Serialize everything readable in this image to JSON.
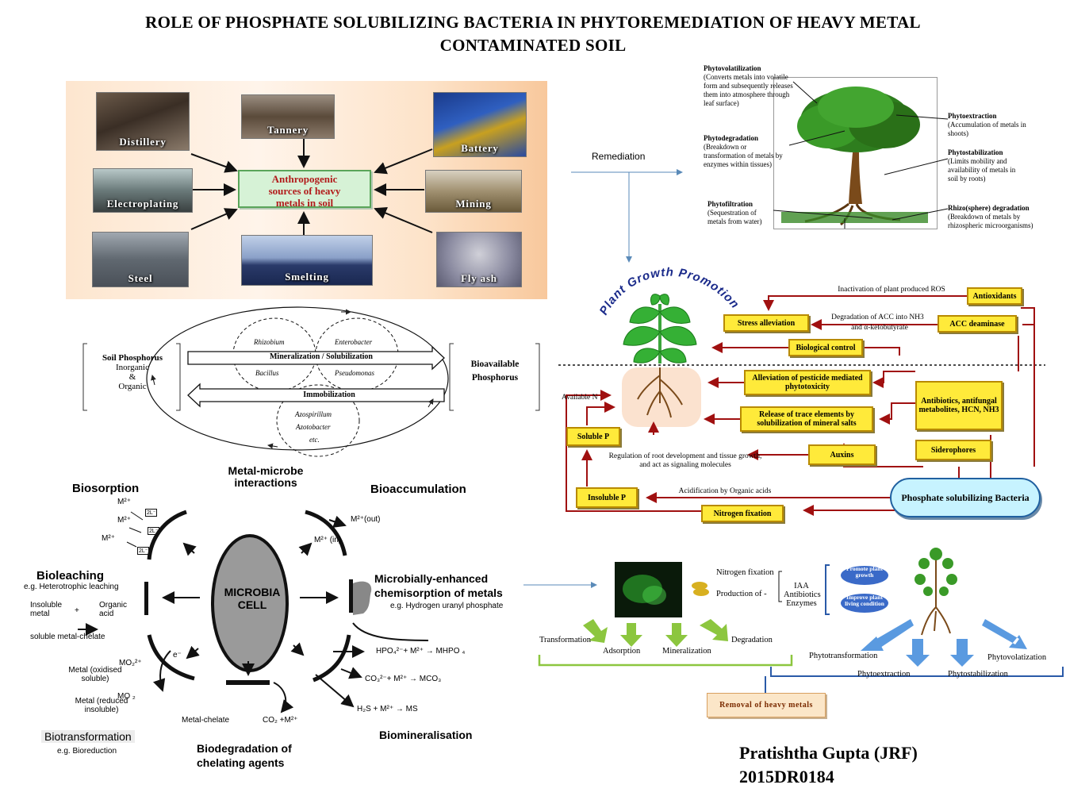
{
  "title": {
    "line1": "ROLE OF PHOSPHATE SOLUBILIZING BACTERIA  IN PHYTOREMEDIATION OF HEAVY METAL",
    "line2": "CONTAMINATED SOIL"
  },
  "anthropogenic": {
    "center": [
      "Anthropogenic",
      "sources of heavy",
      "metals in soil"
    ],
    "sources": [
      "Distillery",
      "Tannery",
      "Battery",
      "Electroplating",
      "Mining",
      "Steel",
      "Smelting",
      "Fly ash"
    ]
  },
  "phosphorus_cycle": {
    "left_title": "Soil Phosphorus",
    "left_sub": [
      "Inorganic",
      "&",
      "Organic"
    ],
    "right": [
      "Bioavailable",
      "Phosphorus"
    ],
    "arrow_top": "Mineralization / Solubilization",
    "arrow_bottom": "Immobilization",
    "organisms": [
      "Rhizobium",
      "Enterobacter",
      "Bacillus",
      "Pseudomonas",
      "Azospirillum",
      "Azotobacter",
      "etc."
    ]
  },
  "remediation_label": "Remediation",
  "phytoremediation": {
    "phytovolatilization": {
      "name": "Phytovolatilization",
      "desc": "(Converts metals into volatile form and subsequently releases them into atmosphere through leaf surface)"
    },
    "phytodegradation": {
      "name": "Phytodegradation",
      "desc": "(Breakdown or transformation of metals by enzymes within tissues)"
    },
    "phytofiltration": {
      "name": "Phytofiltration",
      "desc": "(Sequestration of metals from water)"
    },
    "phytoextraction": {
      "name": "Phytoextraction",
      "desc": "(Accumulation of metals in shoots)"
    },
    "phytostabilization": {
      "name": "Phytostabilization",
      "desc": "(Limits mobility and availability of metals in soil by roots)"
    },
    "rhizodegradation": {
      "name": "Rhizo(sphere) degradation",
      "desc": "(Breakdown of metals by rhizospheric microorganisms)"
    }
  },
  "pgp": {
    "title": "Plant Growth Promotion",
    "boxes": {
      "antioxidants": "Antioxidants",
      "acc": "ACC deaminase",
      "stress": "Stress alleviation",
      "biocontrol": "Biological control",
      "pesticide": "Alleviation of pesticide mediated phytotoxicity",
      "antibiotics": "Antibiotics, antifungal metabolites, HCN, NH3",
      "trace": "Release of trace elements by solubilization of mineral salts",
      "soluble_p": "Soluble P",
      "auxins": "Auxins",
      "siderophores": "Siderophores",
      "insoluble_p": "Insoluble P",
      "psb": "Phosphate solubilizing Bacteria",
      "nitrogen": "Nitrogen fixation"
    },
    "labels": {
      "ros": "Inactivation of plant produced ROS",
      "acc_deg": "Degradation of ACC into NH3",
      "acc_deg2": "and α-ketobutyrate",
      "available_n": "Available N",
      "regulation": "Regulation of root development and tissue growth, and act as signaling molecules",
      "acidification": "Acidification by Organic acids"
    }
  },
  "metal_microbe": {
    "title": "Metal-microbe interactions",
    "cell": [
      "MICROBIA",
      "CELL"
    ],
    "biosorption": "Biosorption",
    "bioaccumulation": "Bioaccumulation",
    "bioleaching": "Bioleaching",
    "bioleaching_eg": "e.g. Heterotrophic leaching",
    "insoluble_metal": "Insoluble metal",
    "organic_acid": "Organic acid",
    "plus": "+",
    "soluble_chelate": "soluble metal-chelate",
    "chemisorption": "Microbially-enhanced chemisorption of metals",
    "chemisorption_eg": "e.g. Hydrogen uranyl phosphate",
    "m_out": "M²⁺(out)",
    "m_in": "M²⁺ (in)",
    "metal_ox": "Metal (oxidised soluble)",
    "metal_red": "Metal (reduced insoluble)",
    "mo2_top": "MO₂²⁺",
    "mo2_bottom": "MO ₂",
    "electron": "e⁻",
    "biotransformation": "Biotransformation",
    "biotransformation_eg": "e.g. Bioreduction",
    "metal_chelate": "Metal-chelate",
    "co2": "CO₂ +M²⁺",
    "biodegradation": "Biodegradation of chelating agents",
    "biomineralisation": "Biomineralisation",
    "eq1": "HPO₄²⁻+  M²⁺  →  MHPO ₄",
    "eq2": "CO₃²⁻+ M²⁺ →  MCO₃",
    "eq3": "H₂S + M²⁺ →  MS",
    "m_labels": [
      "M²⁺",
      "M²⁺",
      "M²⁺"
    ],
    "l_labels": [
      "2L⁻",
      "2L⁻",
      "2L⁻"
    ]
  },
  "bottom_right": {
    "nitrogen_fixation": "Nitrogen fixation",
    "production_of": "Production of -",
    "products": [
      "IAA",
      "Antibiotics",
      "Enzymes"
    ],
    "promote": "Promote plant growth",
    "improve": "Improve plant living condition",
    "processes": [
      "Transformation",
      "Adsorption",
      "Mineralization",
      "Degradation"
    ],
    "phyto": [
      "Phytotransformation",
      "Phytoextraction",
      "Phytostabilization",
      "Phytovolatization"
    ],
    "removal": "Removal of heavy metals"
  },
  "author": {
    "name": "Pratishtha Gupta  (JRF)",
    "id": "2015DR0184"
  }
}
